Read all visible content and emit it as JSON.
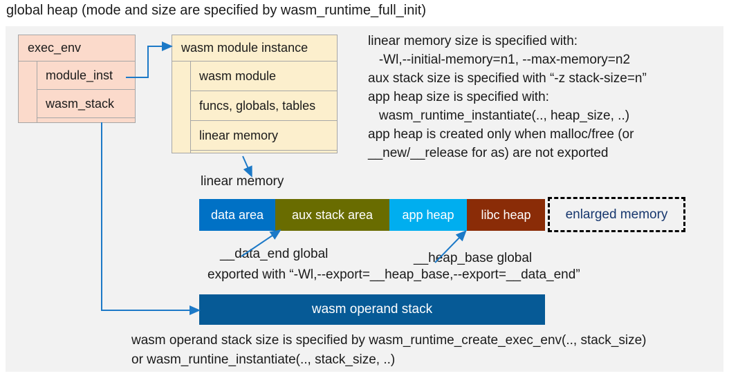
{
  "title": "global heap (mode and size are specified by wasm_runtime_full_init)",
  "exec_env": {
    "header": "exec_env",
    "rows": [
      "module_inst",
      "wasm_stack"
    ]
  },
  "module_instance": {
    "header": "wasm module instance",
    "rows": [
      "wasm module",
      "funcs, globals, tables",
      "linear memory"
    ]
  },
  "notes_right": {
    "lines": [
      "linear memory size is specified with:",
      "   -Wl,--initial-memory=n1, --max-memory=n2",
      "aux stack size is specified with “-z stack-size=n”",
      "app heap size is specified with:",
      "   wasm_runtime_instantiate(.., heap_size, ..)",
      "app heap is created only when malloc/free (or",
      "__new/__release for as) are not exported"
    ]
  },
  "linear_memory": {
    "label": "linear memory",
    "segments": [
      {
        "label": "data area",
        "color": "#0071C5"
      },
      {
        "label": "aux stack area",
        "color": "#696C00"
      },
      {
        "label": "app heap",
        "color": "#00AEEF"
      },
      {
        "label": "libc heap",
        "color": "#8A2C07"
      }
    ],
    "enlarged": {
      "label": "enlarged memory",
      "text_color": "#17376E"
    }
  },
  "annotations": {
    "data_end_label": "__data_end global",
    "heap_base_label": "__heap_base global",
    "export_note": "exported with “-Wl,--export=__heap_base,--export=__data_end”"
  },
  "operand_stack": {
    "label": "wasm operand stack",
    "color": "#065A96"
  },
  "notes_bottom": {
    "lines": [
      "wasm operand stack size is specified by wasm_runtime_create_exec_env(.., stack_size)",
      "or wasm_runtine_instantiate(.., stack_size, ..)"
    ]
  },
  "colors": {
    "canvas_bg": "#F2F2F2",
    "exec_env_fill": "#FBDACB",
    "module_instance_fill": "#FCEFCD",
    "box_border": "#A6A6A6",
    "connector": "#1C79C7",
    "text": "#1A1A1A"
  }
}
